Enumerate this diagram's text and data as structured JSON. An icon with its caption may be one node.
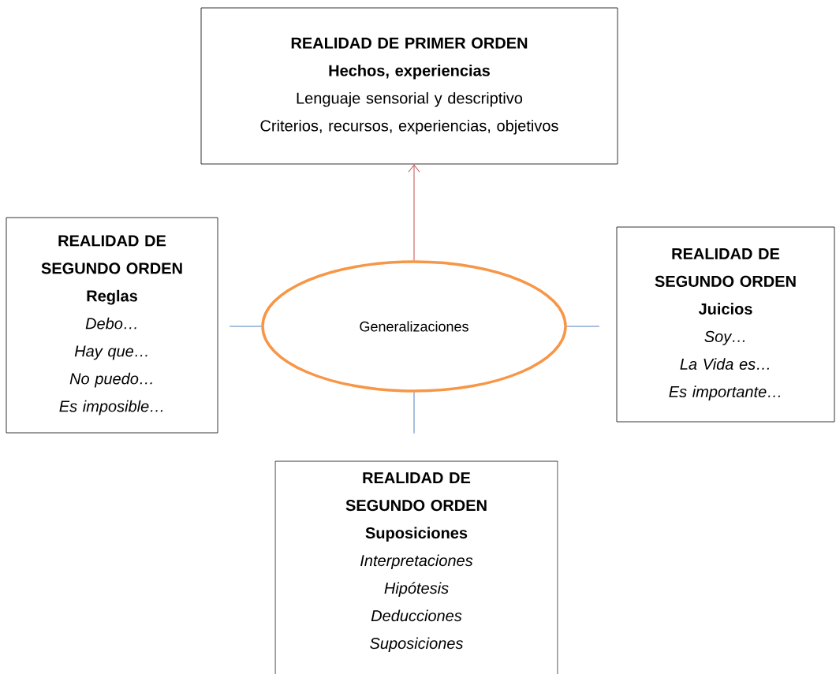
{
  "diagram": {
    "nodes": [
      {
        "text": [
          "REALIDAD DE PRIMER ORDEN",
          "Hechos, experiencias",
          "Lenguaje sensorial y descriptivo",
          "Criterios, recursos, experiencias, objetivos"
        ]
      },
      {
        "text": [
          "REALIDAD DE SEGUNDO ORDEN",
          "Reglas",
          "Debo…",
          "Hay que…",
          "No puedo…",
          "Es imposible…"
        ]
      },
      {
        "text": [
          "Generalizaciones"
        ]
      },
      {
        "text": [
          "REALIDAD DE SEGUNDO ORDEN",
          "Juicios",
          "Soy…",
          "La Vida es…",
          "Es importante…"
        ]
      },
      {
        "text": [
          "REALIDAD DE SEGUNDO ORDEN",
          "Suposiciones",
          "Interpretaciones",
          "Hipótesis",
          "Deducciones",
          "Suposiciones"
        ]
      }
    ],
    "edges": [
      {
        "from": 2,
        "to": 0,
        "arrow": "to",
        "color": "#c0504d"
      },
      {
        "from": 2,
        "to": null,
        "arrow": "none"
      },
      {
        "from": 2,
        "to": null,
        "arrow": "none"
      },
      {
        "from": 2,
        "to": null,
        "arrow": "none"
      }
    ]
  }
}
